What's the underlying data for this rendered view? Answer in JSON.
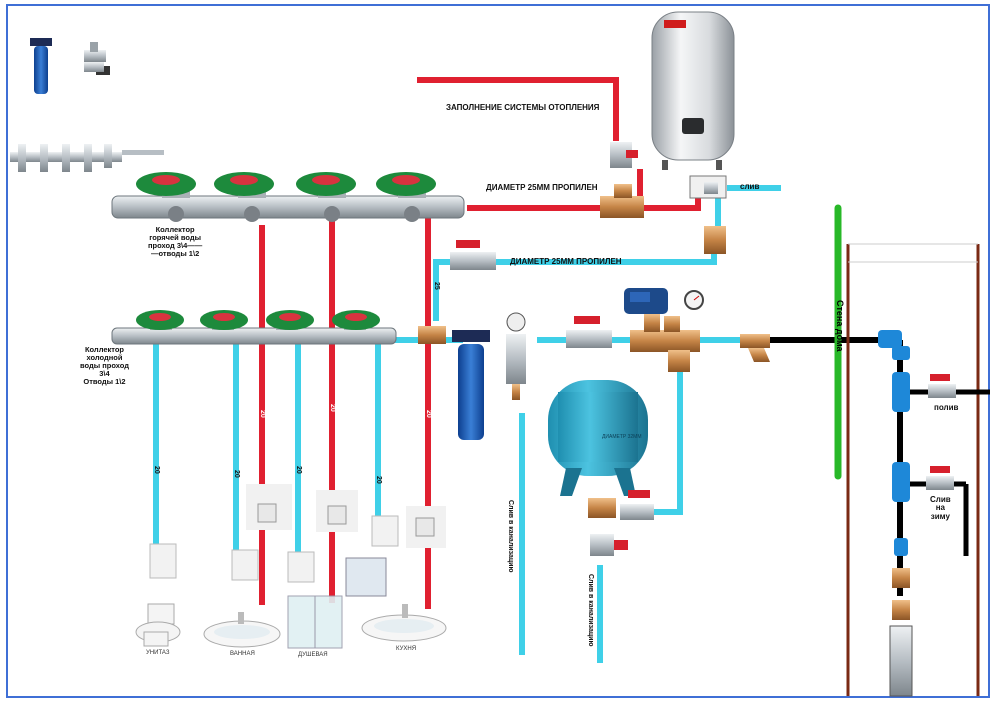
{
  "labels": {
    "heating_fill": "ЗАПОЛНЕНИЕ СИСТЕМЫ ОТОПЛЕНИЯ",
    "diam_top": "ДИАМЕТР 25ММ ПРОПИЛЕН",
    "diam_mid": "ДИАМЕТР 25ММ ПРОПИЛЕН",
    "drain_top": "слив",
    "hot_collector": "Коллектор\nгорячей воды\nпроход 3\\4——\n—отводы 1\\2",
    "cold_collector": "Коллектор\nхолодной\nводы проход\n3\\4\nОтводы 1\\2",
    "wall": "Стена дома",
    "tank": "ДИАМЕТР 32ММ",
    "sewer_1": "Слив в канализацию",
    "sewer_2": "Слив в канализацию",
    "watering": "полив",
    "winter_drain": "Слив\nна\nзиму",
    "pipe_20_a": "20",
    "pipe_20_b": "20",
    "pipe_20_c": "20",
    "pipe_20_d": "20",
    "pipe_20_e": "20",
    "pipe_20_f": "20",
    "pipe_20_g": "20",
    "pipe_25": "25"
  },
  "fixtures": {
    "toilet": "УНИТАЗ",
    "sink_bath": "ВАННАЯ",
    "shower": "ДУШЕВАЯ",
    "kitchen": "КУХНЯ"
  },
  "colors": {
    "hot_pipe": "#e02030",
    "cold_pipe": "#3fd0e8",
    "wall": "#28b828",
    "well": "#7a2a14",
    "frame": "#3f6fd6"
  },
  "icons": [
    "water-filter-icon",
    "ball-valve-icon",
    "manifold-icon",
    "boiler-icon",
    "pressure-switch-icon",
    "pressure-gauge-icon",
    "expansion-tank-icon",
    "strainer-icon",
    "toilet-icon",
    "sink-icon",
    "shower-cabin-icon",
    "well-pump-icon"
  ]
}
